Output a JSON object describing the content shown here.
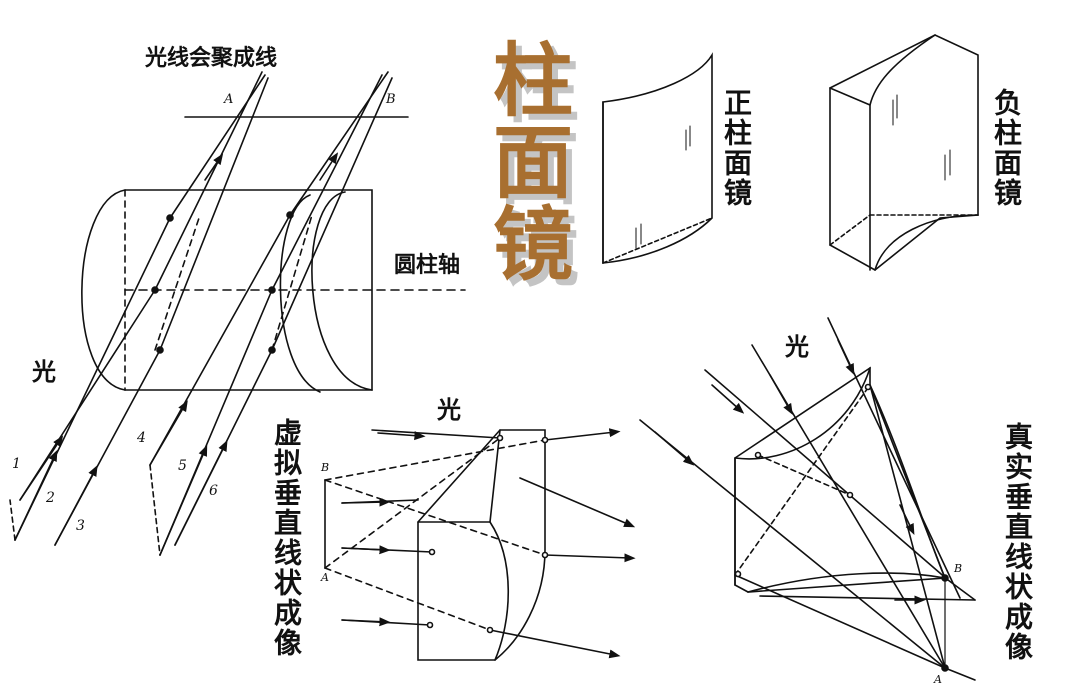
{
  "title": "柱面镜",
  "labels": {
    "converge": "光线会聚成线",
    "axis": "圆柱轴",
    "light_left": "光",
    "light_mid": "光",
    "light_right": "光",
    "positive": "正柱面镜",
    "negative": "负柱面镜",
    "virtual": "虚拟垂直线状成像",
    "real": "真实垂直线状成像"
  },
  "points": {
    "A": "A",
    "B": "B",
    "mid_B": "B",
    "mid_A": "A",
    "right_B": "B",
    "right_A": "A"
  },
  "ray_numbers": [
    "1",
    "2",
    "3",
    "4",
    "5",
    "6"
  ]
}
